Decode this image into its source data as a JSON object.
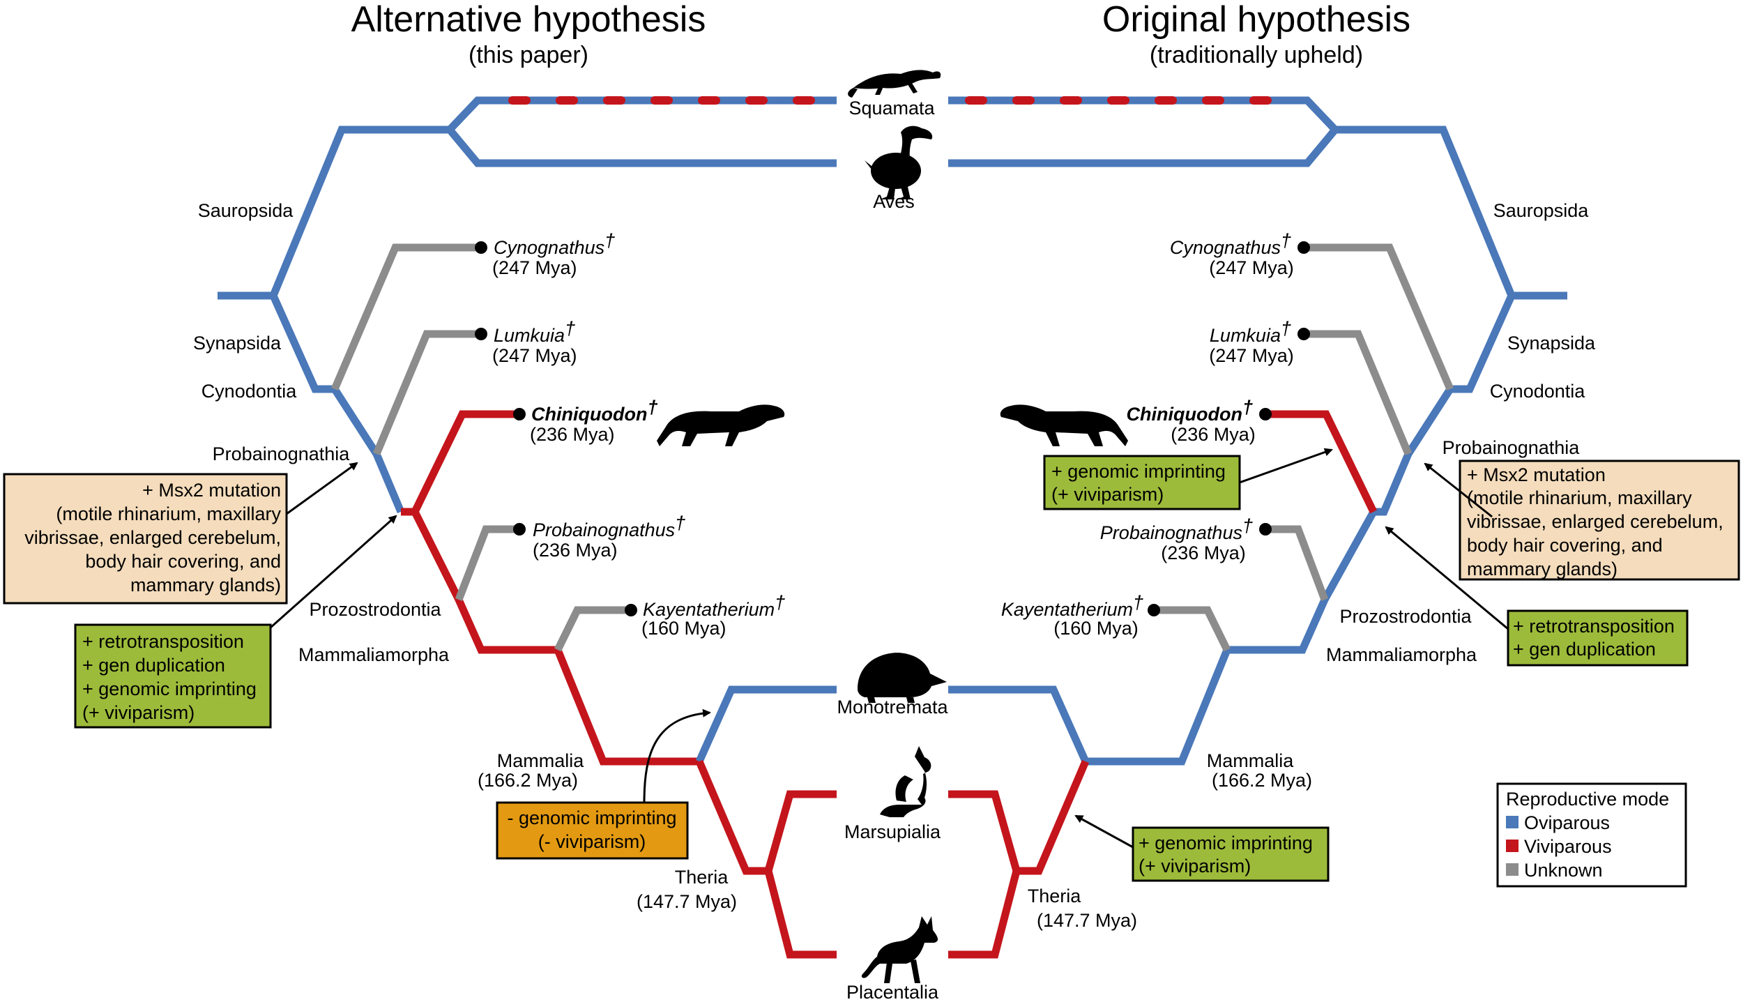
{
  "left": {
    "title": "Alternative hypothesis",
    "subtitle": "(this paper)",
    "labels": {
      "sauropsida": "Sauropsida",
      "synapsida": "Synapsida",
      "cynodontia": "Cynodontia",
      "probainognathia": "Probainognathia",
      "prozostrodontia": "Prozostrodontia",
      "mammaliamorpha": "Mammaliamorpha",
      "mammalia": "Mammalia",
      "mammalia_age": "(166.2 Mya)",
      "theria": "Theria",
      "theria_age": "(147.7 Mya)"
    },
    "msx2_box": [
      "+ Msx2 mutation",
      "(motile rhinarium, maxillary",
      "vibrissae, enlarged cerebelum,",
      "body hair covering, and",
      "mammary glands)"
    ],
    "retro_box": [
      "+ retrotransposition",
      "+ gen duplication",
      "+ genomic imprinting",
      "(+ viviparism)"
    ],
    "loss_box": [
      "- genomic imprinting",
      "(- viviparism)"
    ]
  },
  "right": {
    "title": "Original hypothesis",
    "subtitle": "(traditionally upheld)",
    "labels": {
      "sauropsida": "Sauropsida",
      "synapsida": "Synapsida",
      "cynodontia": "Cynodontia",
      "probainognathia": "Probainognathia",
      "prozostrodontia": "Prozostrodontia",
      "mammaliamorpha": "Mammaliamorpha",
      "mammalia": "Mammalia",
      "mammalia_age": "(166.2 Mya)",
      "theria": "Theria",
      "theria_age": "(147.7 Mya)"
    },
    "imprint_box": [
      "+ genomic imprinting",
      "(+ viviparism)"
    ],
    "msx2_box": [
      "+ Msx2 mutation",
      "(motile rhinarium, maxillary",
      "vibrissae, enlarged cerebelum,",
      "body hair covering, and",
      "mammary glands)"
    ],
    "retro_box": [
      "+ retrotransposition",
      "+ gen duplication"
    ],
    "theria_box": [
      "+ genomic imprinting",
      "(+ viviparism)"
    ]
  },
  "taxa": {
    "squamata": "Squamata",
    "aves": "Aves",
    "monotremata": "Monotremata",
    "marsupialia": "Marsupialia",
    "placentalia": "Placentalia"
  },
  "fossils": {
    "cynognathus": "Cynognathus",
    "cynognathus_age": "(247 Mya)",
    "lumkuia": "Lumkuia",
    "lumkuia_age": "(247 Mya)",
    "chiniquodon": "Chiniquodon",
    "chiniquodon_age": "(236 Mya)",
    "probainognathus": "Probainognathus",
    "probainognathus_age": "(236 Mya)",
    "kayentatherium": "Kayentatherium",
    "kayentatherium_age": "(160 Mya)",
    "extinct_mark": "†"
  },
  "legend": {
    "title": "Reproductive mode",
    "items": [
      {
        "label": "Oviparous",
        "color": "#4a78b9"
      },
      {
        "label": "Viviparous",
        "color": "#c4151c"
      },
      {
        "label": "Unknown",
        "color": "#8c8c8c"
      }
    ]
  },
  "colors": {
    "oviparous": "#4a78b9",
    "viviparous": "#c4151c",
    "unknown": "#8c8c8c",
    "tan_box": "#f4dcbc",
    "green_box": "#9dbb3a",
    "orange_box": "#e39a12"
  }
}
